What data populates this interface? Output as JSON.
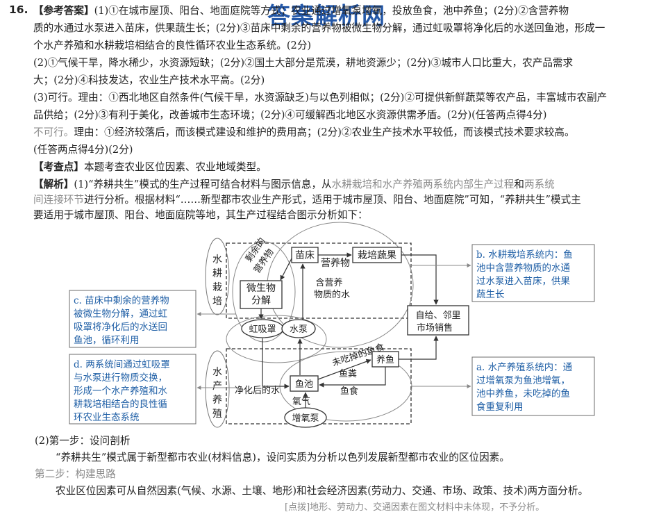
{
  "question": {
    "number": "16.",
    "answer_tag": "【参考答案】",
    "part1": "(1)①在城市屋顶、阳台、地面庭院等方式；农业通过增氧泵增氧，投放鱼食，池中养鱼；(2分)②含营养物",
    "part1b": "质的水通过水泵进入苗床，供果蔬生长；(2分)③苗床中剩余的营养物被微生物分解，通过虹吸罩将净化后的水送回鱼池，形成一",
    "part1c": "个水产养殖和水耕栽培相结合的良性循环农业生态系统。(2分)",
    "part2": "(2)①气候干旱，降水稀少，水资源短缺；(2分)②国土大部分是荒漠，耕地资源少；(2分)③城市人口比重大，农产品需求",
    "part2b": "大；(2分)④科技发达，农业生产技术水平高。(2分)",
    "part3_label": "(3)可行。",
    "part3": "理由：①西北地区自然条件(气候干旱，水资源缺乏)与以色列相似；(2分)②可提供新鲜蔬菜等农产品，丰富城市农副产",
    "part3b": "品供给；(2分)③有利于美化，改善城市生态环境；(2分)④可缓解西北地区水资源供需矛盾。(2分)(任答两点得4分)",
    "part3_no_label": "不可行。",
    "part3_no": "理由：①经济较落后，而该模式建设和维护的费用高；(2分)②农业生产技术水平较低，而该模式技术要求较高。",
    "part3_no_b": "(任答两点得4分)(2分)",
    "exam_point_tag": "【考查点】",
    "exam_point": "本题考查农业区位因素、农业地域类型。",
    "analysis_tag": "【解析】",
    "analysis_a": "(1)“养耕共生”模式的生产过程可结合材料与图示信息，从",
    "analysis_hl1": "水耕栽培和水产养殖两系统内部生产过程",
    "analysis_and": "和",
    "analysis_hl2": "两系统",
    "analysis_hl3": "间连接环节",
    "analysis_b": "进行分析。根据材料“……新型都市农业生产形式，适用于城市屋顶、阳台、地面庭院”可知，“养耕共生”模式主",
    "analysis_c": "要适用于城市屋顶、阳台、地面庭院等地，其生产过程结合图示分析如下：",
    "step1": "(2)第一步：设问剖析",
    "step1_text": "“养耕共生”模式属于新型都市农业(材料信息)，设问实质为分析以色列发展新型都市农业的区位因素。",
    "step2": "第二步：构建思路",
    "step2_text": "农业区位因素可从自然因素(气候、水源、土壤、地形)和社会经济因素(劳动力、交通、市场、政策、技术)两方面分析。",
    "note": "[点拨]地形、劳动力、交通因素在图文材料中未体现，不予分析。",
    "watermark": "答案解析网"
  },
  "diagram": {
    "upper_system": "水耕栽培",
    "lower_system": "水产养殖",
    "microbe": "微生物分解",
    "leftover_1": "剩余的",
    "leftover_2": "营养物",
    "seedbed": "苗床",
    "nutrients": "营养物",
    "vegetables": "栽培蔬果",
    "nutrient_water_1": "含营养",
    "nutrient_water_2": "物质的水",
    "siphon": "虹吸罩",
    "pump": "水泵",
    "market_1": "自给、邻里",
    "market_2": "市场销售",
    "uneaten": "未吃掉的鱼食",
    "raise_fish": "养鱼",
    "fish_waste": "鱼粪",
    "fish_pond": "鱼池",
    "purified_water": "净化后的水",
    "fish_food": "鱼食",
    "oxygen": "氧气",
    "aerator": "增氧泵",
    "box_b": [
      "b. 水耕栽培系统内：鱼",
      "池中含营养物质的水通",
      "过水泵进入苗床，供果",
      "蔬生长"
    ],
    "box_c": [
      "c. 苗床中剩余的营养物",
      "被微生物分解，通过虹",
      "吸罩将净化后的水送回",
      "鱼池，循环利用"
    ],
    "box_d": [
      "d. 两系统间通过虹吸罩",
      "与水泵进行物质交换，",
      "形成一个水产养殖和水",
      "耕栽培相结合的良性循",
      "环农业生态系统"
    ],
    "box_a": [
      "a. 水产养殖系统内：通",
      "过增氧泵为鱼池增氧，",
      "池中养鱼，未吃掉的鱼",
      "食重复利用"
    ]
  }
}
